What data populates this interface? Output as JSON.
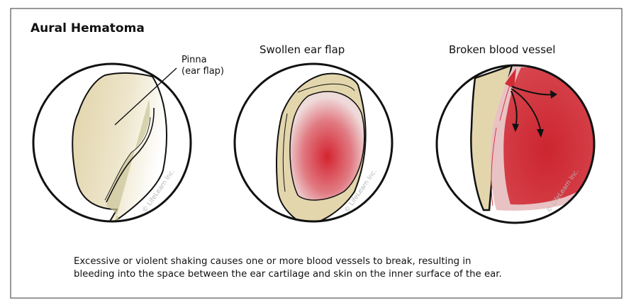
{
  "title": "Aural Hematoma",
  "panels": [
    {
      "label": "Pinna",
      "label2": "(ear flap)"
    },
    {
      "label": "Swollen ear flap"
    },
    {
      "label": "Broken blood vessel"
    }
  ],
  "watermark": "© LifeLearn Inc.",
  "caption": {
    "line1": "Excessive or violent shaking causes one or more blood vessels to break, resulting in",
    "line2": "bleeding into the space between the ear cartilage and skin on the inner surface of the ear."
  },
  "colors": {
    "skin": "#e3d6ad",
    "blood": "#d12c35",
    "frame": "#555555"
  }
}
